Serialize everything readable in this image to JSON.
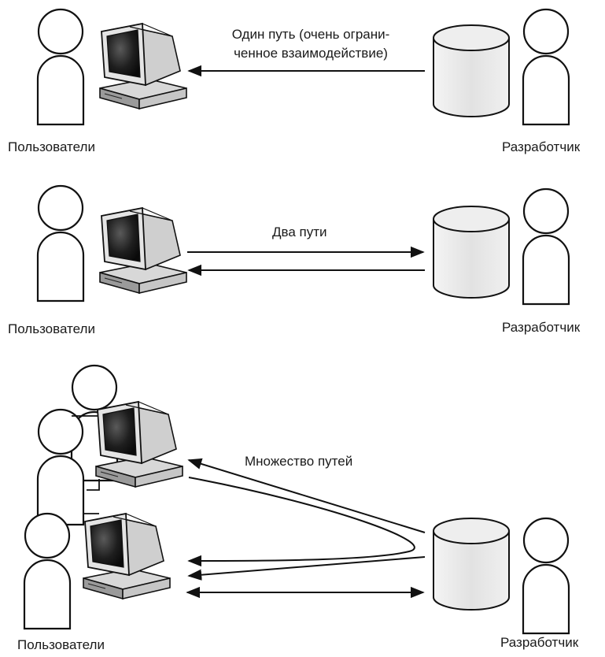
{
  "panel_1": {
    "arrow_label_line1": "Один путь (очень ограни-",
    "arrow_label_line2": "ченное взаимодействие)",
    "users_label": "Пользователи",
    "developer_label": "Разработчик"
  },
  "panel_2": {
    "arrow_label": "Два пути",
    "users_label": "Пользователи",
    "developer_label": "Разработчик"
  },
  "panel_3": {
    "arrow_label": "Множество путей",
    "users_label": "Пользователи",
    "developer_label": "Разработчик"
  }
}
